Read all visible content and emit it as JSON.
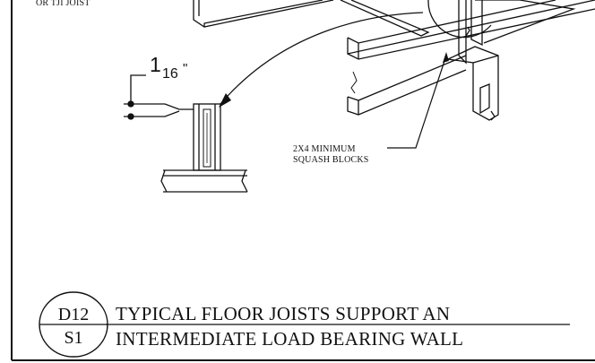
{
  "notes": {
    "joist_callout_fragment": "OR TJI JOIST",
    "squash_blocks_line1": "2X4 MINIMUM",
    "squash_blocks_line2": "SQUASH BLOCKS"
  },
  "dimension": {
    "whole": "1",
    "fraction_denominator": "16",
    "unit_mark": "\""
  },
  "title_block": {
    "detail_id": "D12",
    "sheet_id": "S1",
    "title_line1": "TYPICAL FLOOR JOISTS SUPPORT AN",
    "title_line2": "INTERMEDIATE LOAD BEARING WALL"
  },
  "colors": {
    "ink": "#111111",
    "paper": "#ffffff"
  }
}
